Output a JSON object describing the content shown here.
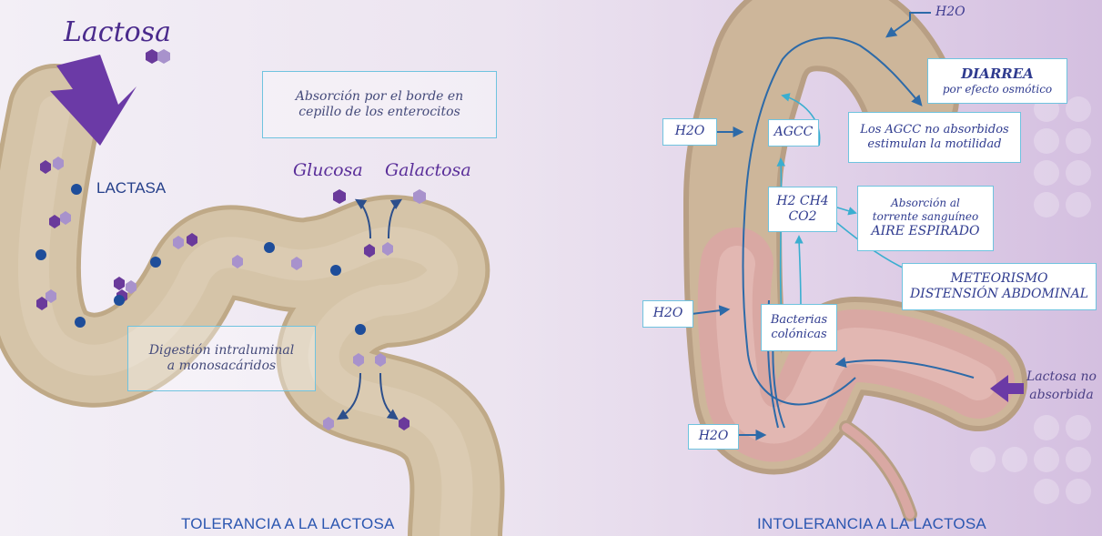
{
  "left_panel": {
    "lactosa_title": "Lactosa",
    "lactasa_label": "LACTASA",
    "absorption_box": {
      "line1": "Absorción por el borde en",
      "line2": "cepillo de los enterocitos"
    },
    "glucosa_label": "Glucosa",
    "galactosa_label": "Galactosa",
    "digestion_box": {
      "line1": "Digestión intraluminal",
      "line2": "a monosacáridos"
    },
    "caption": "TOLERANCIA A LA LACTOSA"
  },
  "right_panel": {
    "h2o_labels": [
      "H2O",
      "H2O",
      "H2O",
      "H2O"
    ],
    "agcc_box": "AGCC",
    "gases_box": {
      "line1": "H2 CH4",
      "line2": "CO2"
    },
    "bacterias_box": {
      "line1": "Bacterias",
      "line2": "colónicas"
    },
    "diarrea_box": {
      "line1": "DIARREA",
      "line2": "por efecto osmótico"
    },
    "agcc_note_box": {
      "line1": "Los AGCC no absorbidos",
      "line2": "estimulan la motilidad"
    },
    "absorcion_box": {
      "line1": "Absorción al",
      "line2": "torrente sanguíneo",
      "line3": "AIRE ESPIRADO"
    },
    "meteorismo_box": {
      "line1": "METEORISMO",
      "line2": "DISTENSIÓN ABDOMINAL"
    },
    "lactosa_no_absorbida": {
      "line1": "Lactosa no",
      "line2": "absorbida"
    },
    "caption": "INTOLERANCIA A LA LACTOSA"
  },
  "colors": {
    "intestine": "#d2bfa3",
    "colon_inner": "#d9a8a3",
    "arrow_purple": "#6b3aa6",
    "enzyme_blue": "#1e4d9a",
    "flow_blue": "#2d6aa8",
    "box_border": "#6fc3df",
    "caption_text": "#2b56b0"
  }
}
